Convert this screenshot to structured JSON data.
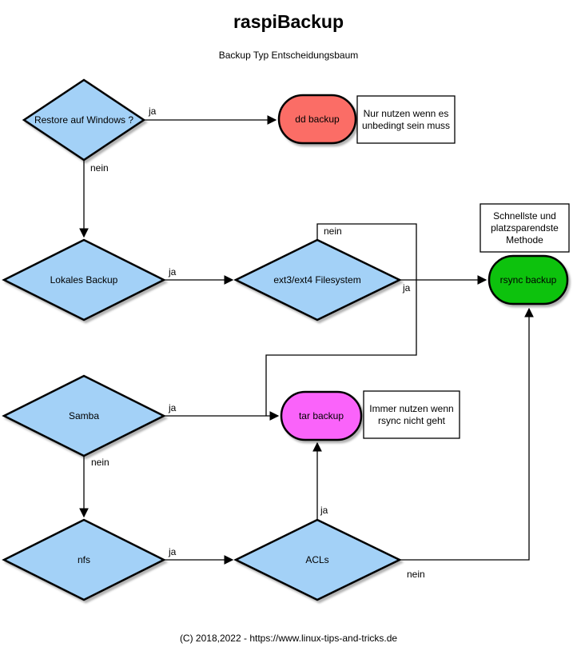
{
  "header": {
    "title": "raspiBackup",
    "subtitle": "Backup Typ Entscheidungsbaum"
  },
  "footer": {
    "copyright": "(C) 2018,2022 - https://www.linux-tips-and-tricks.de"
  },
  "colors": {
    "decision_fill": "#a3d1f7",
    "dd_fill": "#fb6d66",
    "rsync_fill": "#0bc20b",
    "tar_fill": "#fa64fa",
    "note_fill": "#ffffff",
    "stroke": "#000000"
  },
  "nodes": {
    "restore": {
      "label": "Restore auf Windows ?",
      "type": "decision"
    },
    "lokales": {
      "label": "Lokales Backup",
      "type": "decision"
    },
    "ext": {
      "label": "ext3/ext4 Filesystem",
      "type": "decision"
    },
    "samba": {
      "label": "Samba",
      "type": "decision"
    },
    "nfs": {
      "label": "nfs",
      "type": "decision"
    },
    "acls": {
      "label": "ACLs",
      "type": "decision"
    },
    "dd": {
      "label": "dd backup",
      "type": "terminal"
    },
    "rsync": {
      "label": "rsync backup",
      "type": "terminal"
    },
    "tar": {
      "label": "tar backup",
      "type": "terminal"
    }
  },
  "notes": {
    "dd_note": {
      "lines": [
        "Nur nutzen wenn es",
        "unbedingt sein muss"
      ]
    },
    "rsync_note": {
      "lines": [
        "Schnellste und",
        "platzsparendste",
        "Methode"
      ]
    },
    "tar_note": {
      "lines": [
        "Immer nutzen wenn",
        "rsync nicht geht"
      ]
    }
  },
  "edge_labels": {
    "restore_ja": "ja",
    "restore_nein": "nein",
    "lokales_ja": "ja",
    "ext_ja": "ja",
    "ext_nein": "nein",
    "samba_ja": "ja",
    "samba_nein": "nein",
    "nfs_ja": "ja",
    "acls_ja": "ja",
    "acls_nein": "nein"
  }
}
